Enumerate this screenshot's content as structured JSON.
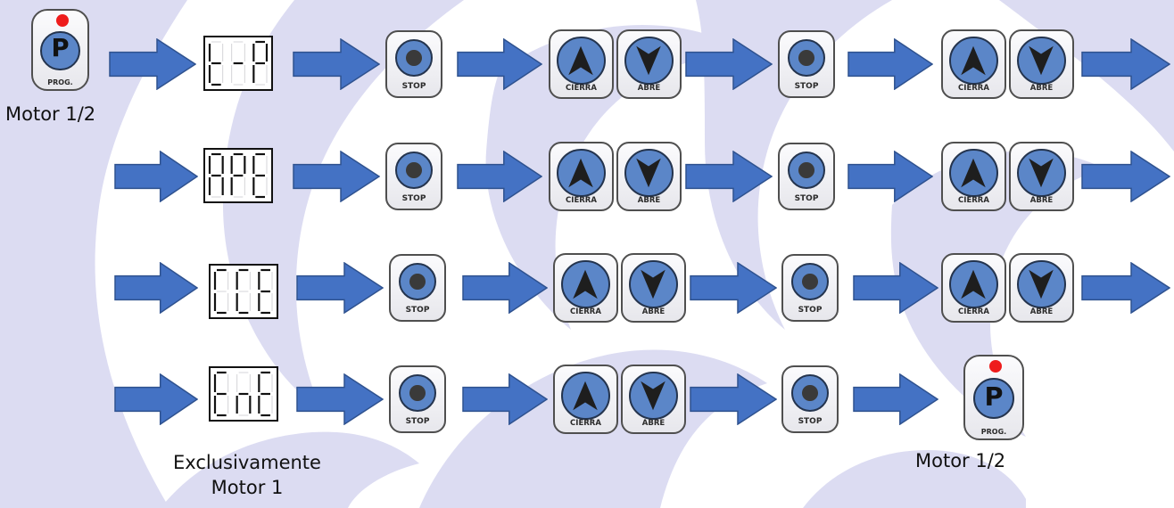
{
  "theme": {
    "arrow_fill": "#4472c4",
    "arrow_stroke": "#2f528f",
    "button_blue": "#5b86c8",
    "prog_dot": "#ee1c1c",
    "background_shapes": "#dcdcf2"
  },
  "buttons": {
    "prog_letter": "P",
    "prog_label": "PROG.",
    "stop_label": "STOP",
    "cierra_label": "CIERRA",
    "abre_label": "ABRE"
  },
  "rows": [
    {
      "display_code": "t-P"
    },
    {
      "display_code": "APE"
    },
    {
      "display_code": "CCE"
    },
    {
      "display_code": "EnE"
    }
  ],
  "captions": {
    "motor_start": "Motor 1/2",
    "motor_end": "Motor 1/2",
    "exclusive_line1": "Exclusivamente",
    "exclusive_line2": "Motor 1"
  }
}
